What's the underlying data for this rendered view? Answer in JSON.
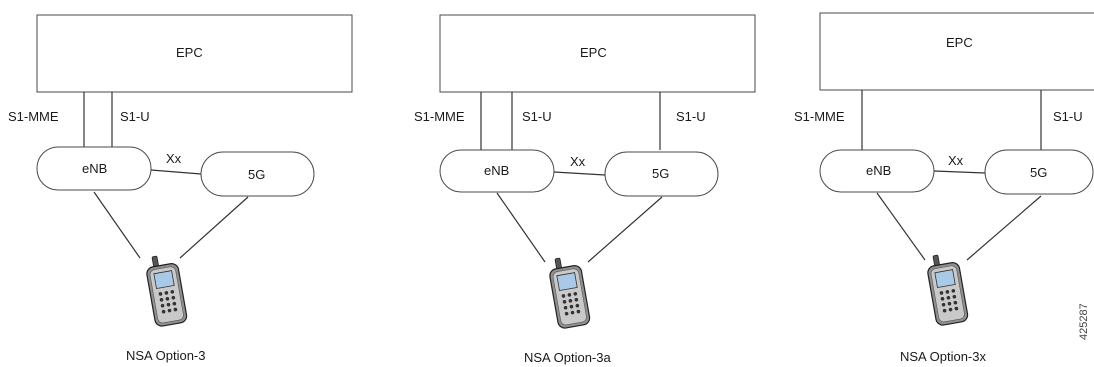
{
  "labels": {
    "epc": "EPC",
    "s1_mme": "S1-MME",
    "s1_u": "S1-U",
    "enb": "eNB",
    "fiveg": "5G",
    "xx": "Xx"
  },
  "panels": [
    {
      "id": "option-3",
      "caption": "NSA Option-3"
    },
    {
      "id": "option-3a",
      "caption": "NSA Option-3a"
    },
    {
      "id": "option-3x",
      "caption": "NSA Option-3x"
    }
  ],
  "figure_id": "425287",
  "colors": {
    "line": "#333333",
    "box_border": "#4a4a4a",
    "text": "#1a1a1a",
    "phone_body": "#8f8f8f",
    "phone_screen": "#a9c9e8"
  }
}
